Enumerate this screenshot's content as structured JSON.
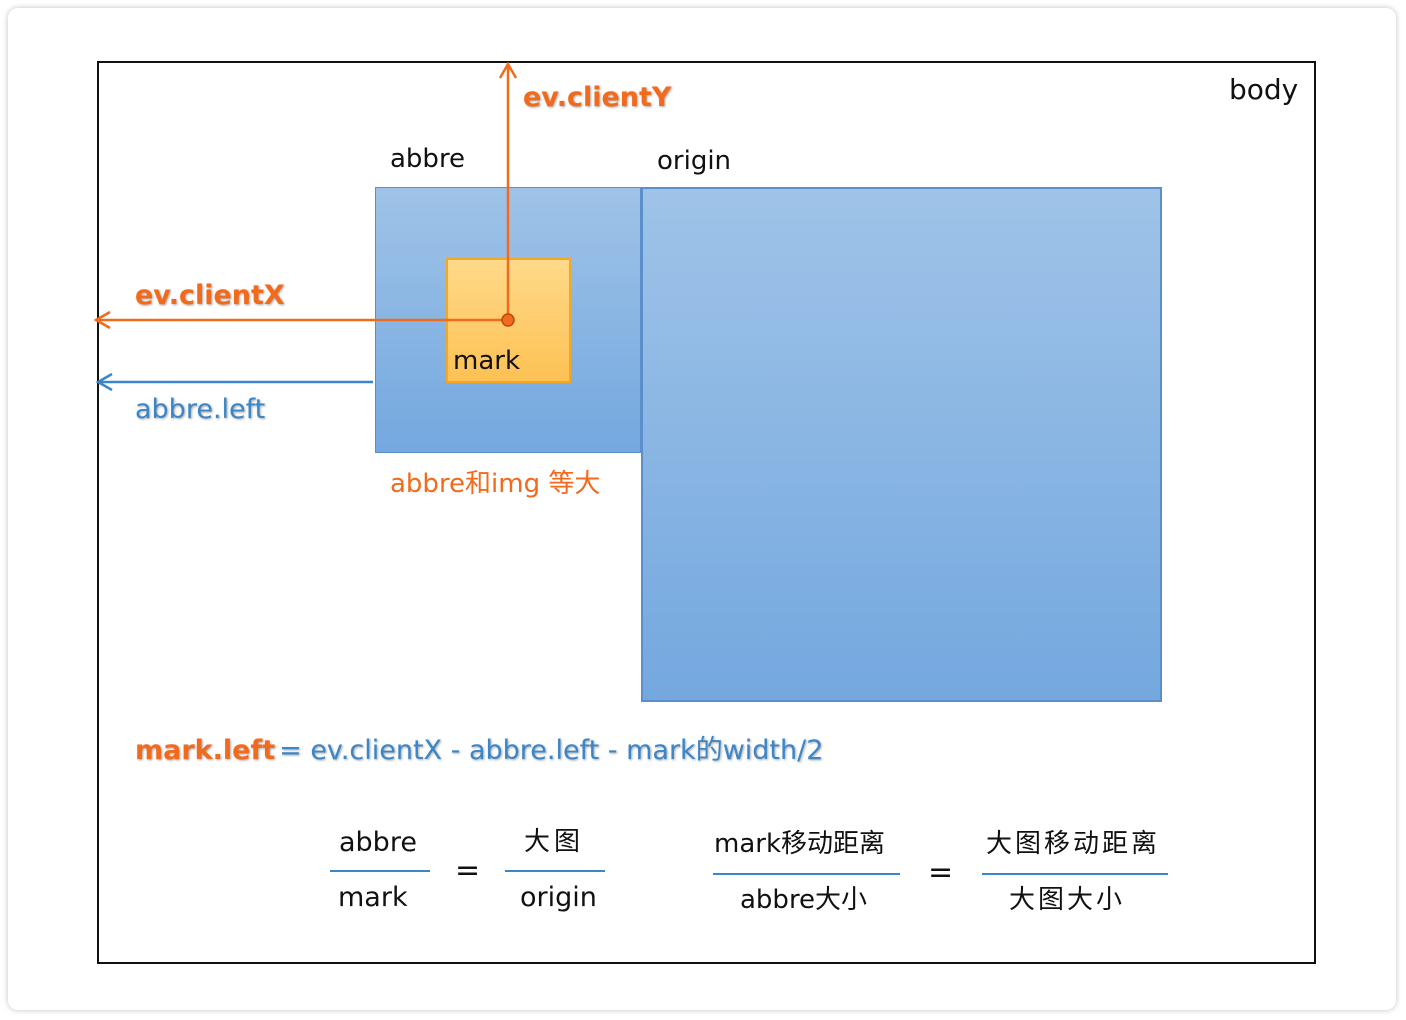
{
  "labels": {
    "body": "body",
    "abbre": "abbre",
    "origin": "origin",
    "mark": "mark",
    "ev_clientY": "ev.clientY",
    "ev_clientX": "ev.clientX",
    "abbre_left": "abbre.left",
    "abbre_same_size": "abbre和img 等大"
  },
  "formula": {
    "lhs": "mark.left",
    "rhs": "= ev.clientX - abbre.left - mark的width/2"
  },
  "ratios": {
    "ratio1": {
      "numerator_left": "abbre",
      "denominator_left": "mark",
      "equals": "=",
      "numerator_right": "大图",
      "denominator_right": "origin"
    },
    "ratio2": {
      "numerator_left": "mark移动距离",
      "denominator_left": "abbre大小",
      "equals": "=",
      "numerator_right": "大图移动距离",
      "denominator_right": "大图大小"
    }
  },
  "colors": {
    "orange": "#f26a1b",
    "blue": "#3b86c8",
    "box_blue": "#8db8e5",
    "mark_yellow": "#fdc153"
  }
}
